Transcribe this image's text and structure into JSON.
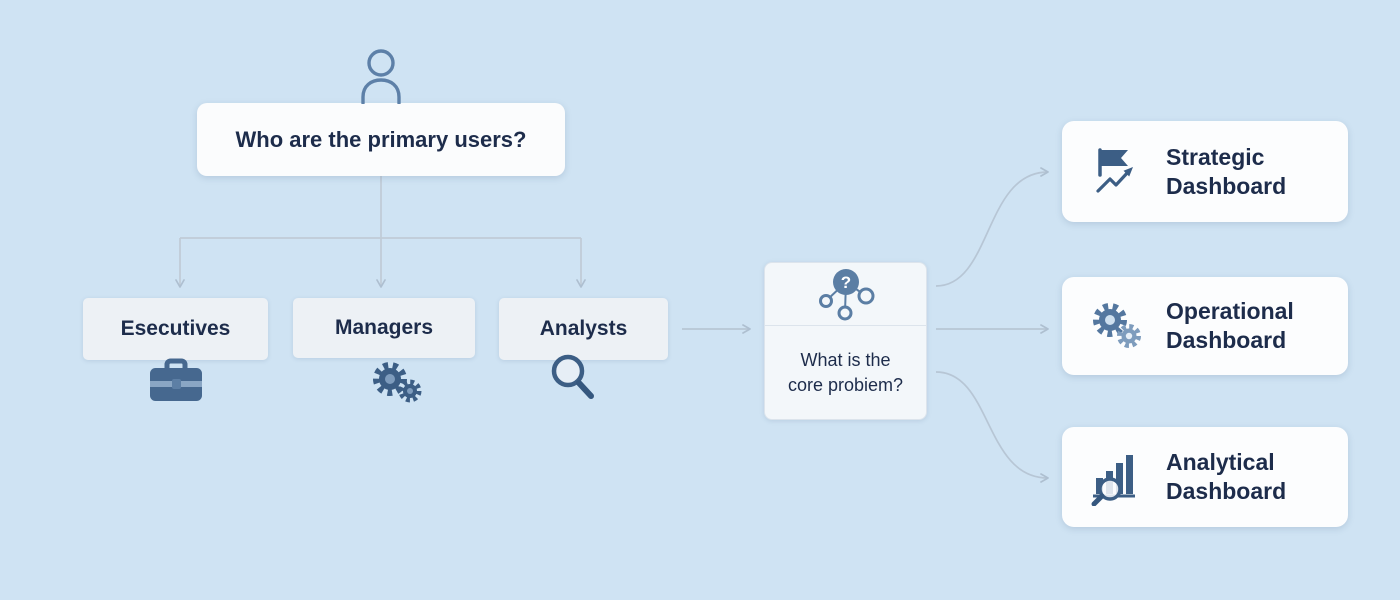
{
  "colors": {
    "background": "#cfe3f3",
    "card": "#fbfcfd",
    "user_card": "#edf1f5",
    "text": "#1d2c4b",
    "icon_primary": "#3c5e85",
    "icon_secondary": "#7e9cbd",
    "connector": "#b7c6d5"
  },
  "root_question": {
    "label": "Who are the primary users?",
    "icon": "person-icon"
  },
  "user_types": [
    {
      "label": "Esecutives",
      "icon": "briefcase-icon"
    },
    {
      "label": "Managers",
      "icon": "gears-icon"
    },
    {
      "label": "Analysts",
      "icon": "magnifier-icon"
    }
  ],
  "decision_node": {
    "label": "What is the core probiem?",
    "icon": "question-network-icon"
  },
  "dashboards": [
    {
      "label": "Strategic Dashboard",
      "icon": "flag-trend-icon"
    },
    {
      "label": "Operational Dashboard",
      "icon": "gears-icon"
    },
    {
      "label": "Analytical Dashboard",
      "icon": "chart-magnifier-icon"
    }
  ]
}
